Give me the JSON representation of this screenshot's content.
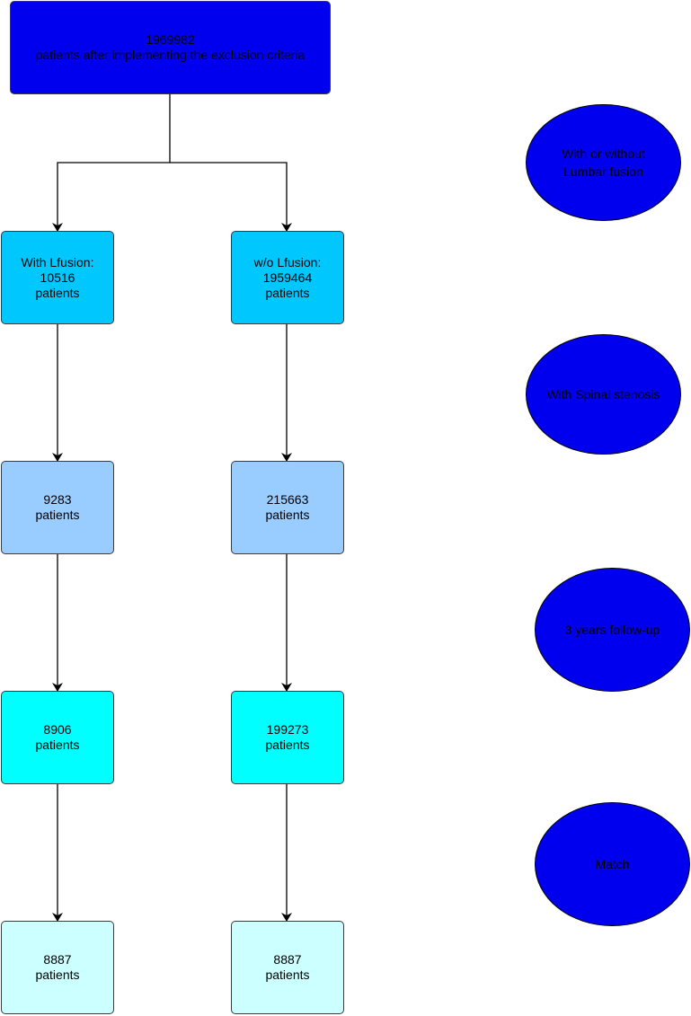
{
  "colors": {
    "top": "#0000ee",
    "stage1": "#00c8ff",
    "stage2": "#99ccff",
    "stage3": "#00ffff",
    "stage4": "#ccffff",
    "ellipse": "#0000ee",
    "line": "#000000"
  },
  "top": {
    "count": "1969982",
    "text": "patients after implementing the exclusion criteria"
  },
  "left": [
    {
      "l1": "With Lfusion:",
      "l2": "10516",
      "l3": "patients"
    },
    {
      "l1": "9283",
      "l2": "patients"
    },
    {
      "l1": "8906",
      "l2": "patients"
    },
    {
      "l1": "8887",
      "l2": "patients"
    }
  ],
  "right": [
    {
      "l1": "w/o Lfusion:",
      "l2": "1959464",
      "l3": "patients"
    },
    {
      "l1": "215663",
      "l2": "patients"
    },
    {
      "l1": "199273",
      "l2": "patients"
    },
    {
      "l1": "8887",
      "l2": "patients"
    }
  ],
  "stages": [
    {
      "l1": "With or without",
      "l2": "Lumbar fusion"
    },
    {
      "l1": "With Spinal stenosis"
    },
    {
      "l1": "3 years follow-up"
    },
    {
      "l1": "Match"
    }
  ]
}
